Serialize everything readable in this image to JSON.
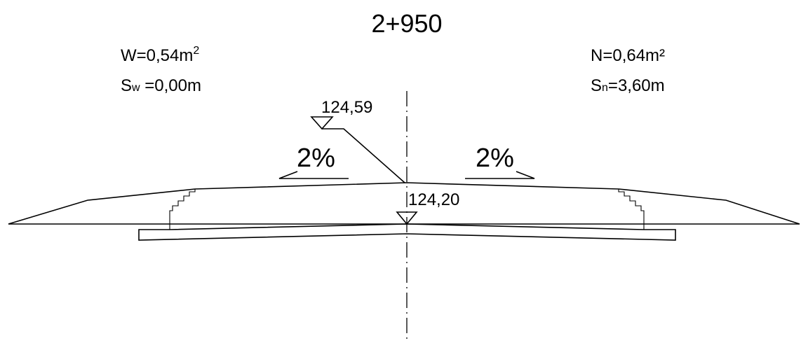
{
  "title": "2+950",
  "left_info": {
    "area_label": "W=0,54m",
    "area_sup": "2",
    "shift_prefix": "S",
    "shift_sub": "w",
    "shift_value": " =0,00m"
  },
  "right_info": {
    "area_label": "N=0,64m²",
    "shift_prefix": "S",
    "shift_sub": "n",
    "shift_value": "=3,60m"
  },
  "elevations": {
    "top": "124,59",
    "axis": "124,20"
  },
  "slopes": {
    "left": "2%",
    "right": "2%"
  }
}
